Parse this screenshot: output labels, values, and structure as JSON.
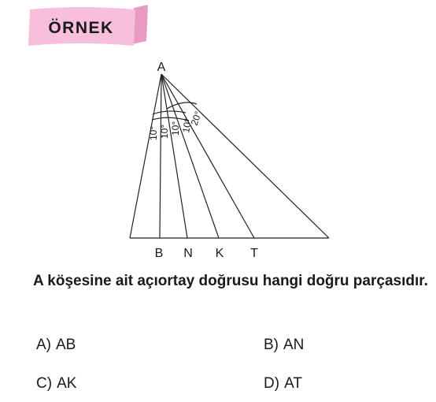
{
  "banner": {
    "label": "ÖRNEK"
  },
  "figure": {
    "vertex_label": "A",
    "base_labels": [
      "B",
      "N",
      "K",
      "T"
    ],
    "angle_labels": [
      "10°",
      "10°",
      "10°",
      "20°"
    ]
  },
  "question": {
    "text": "A köşesine ait açıortay doğrusu hangi doğru parçasıdır."
  },
  "options": [
    {
      "letter": "A)",
      "text": "AB"
    },
    {
      "letter": "B)",
      "text": "AN"
    },
    {
      "letter": "C)",
      "text": "AK"
    },
    {
      "letter": "D)",
      "text": "AT"
    }
  ],
  "colors": {
    "banner_pink": "#f7bfdc",
    "banner_pink_dark": "#e89ac4",
    "line": "#222222"
  }
}
